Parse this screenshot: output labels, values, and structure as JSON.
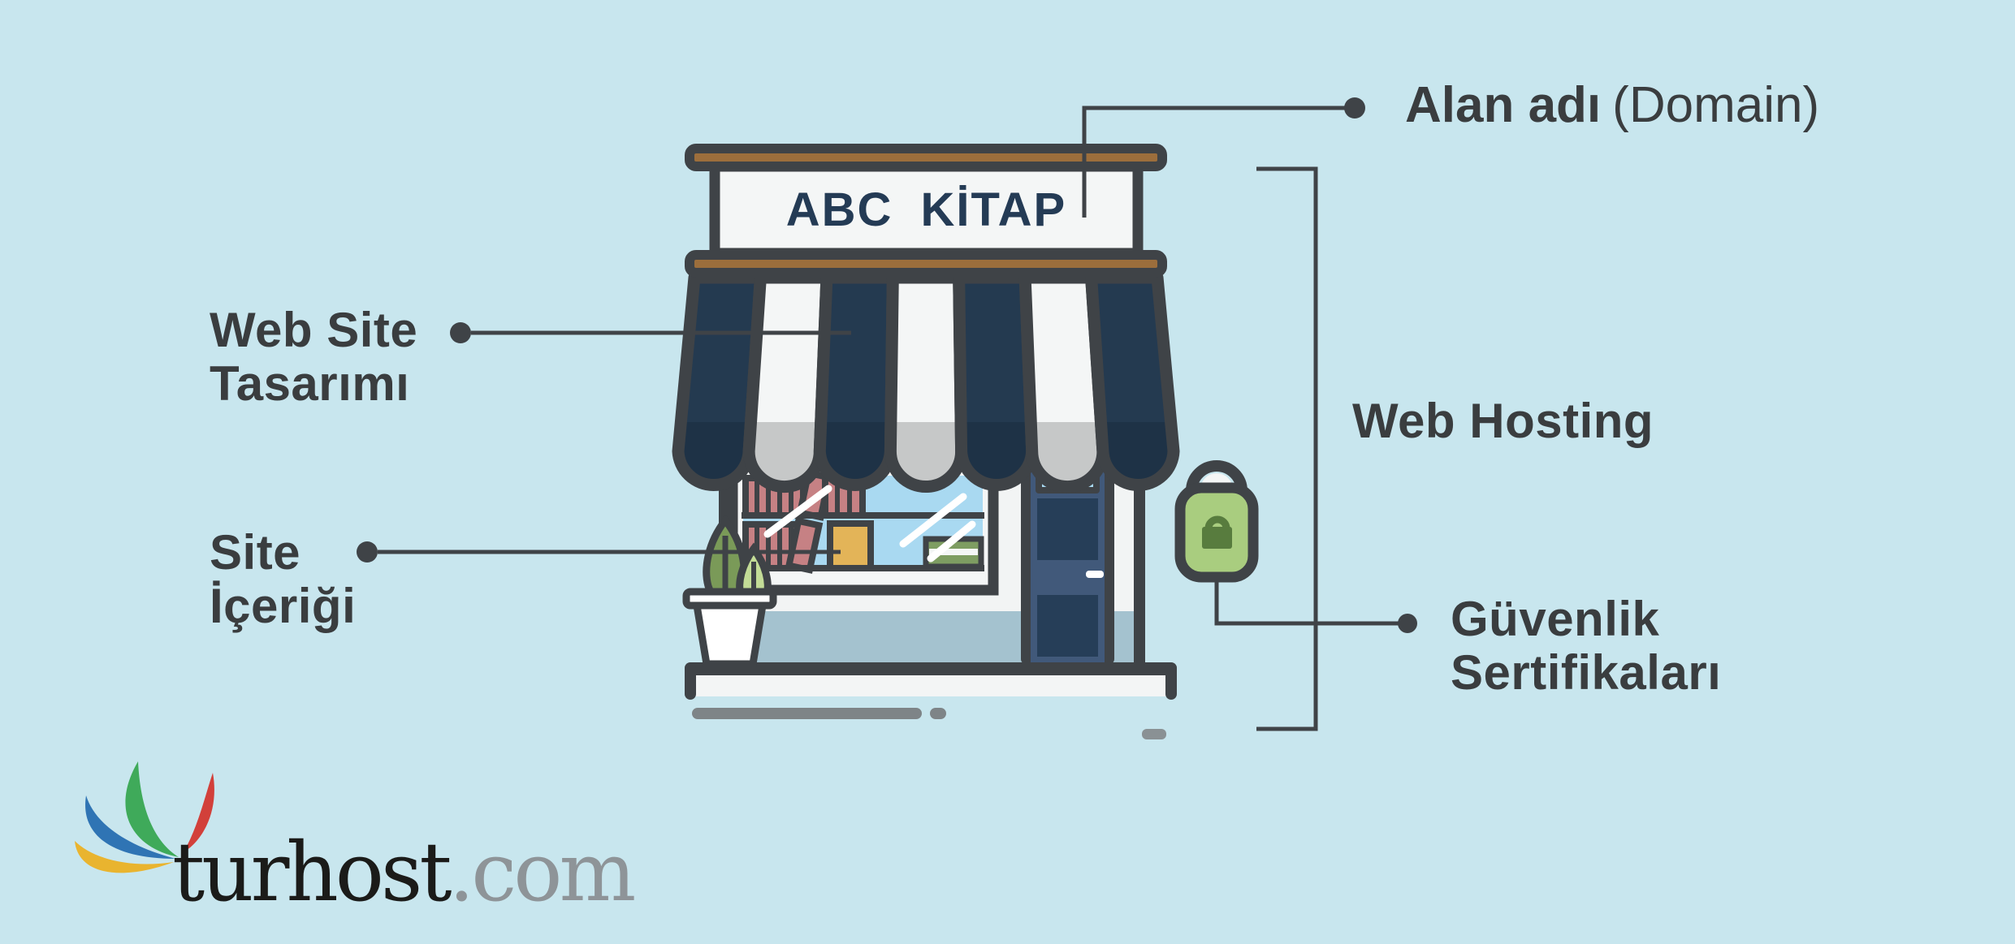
{
  "colors": {
    "background": "#c8e6ee",
    "outline": "#3f4347",
    "awning_navy": "#243a50",
    "awning_navy_shade": "#1e3246",
    "awning_white": "#f4f6f6",
    "awning_white_shade": "#c6c8c8",
    "wood_brown": "#9c6e3c",
    "wall": "#f2f4f4",
    "wainscot": "#a4c2cf",
    "window_glass": "#a9d9f1",
    "door_blue": "#41597a",
    "door_panel_navy": "#263e58",
    "book_red": "#c68184",
    "book_yellow": "#e3b458",
    "book_green": "#7e9d62",
    "plant_green": "#7a9a58",
    "plant_light_green": "#c3dc97",
    "lock_green": "#a9cd7f",
    "lock_glyph_green": "#587c3e",
    "label_text": "#3a3d3f",
    "sign_navy": "#243b55",
    "shadow_gray": "#7e8487",
    "logo_black": "#1b1b19",
    "logo_gray": "#8e9498"
  },
  "annotations": {
    "domain": {
      "bold": "Alan adı",
      "regular": "(Domain)"
    },
    "web_design": "Web Site\nTasarımı",
    "site_content": "Site\nİçeriği",
    "hosting": "Web Hosting",
    "ssl": "Güvenlik\nSertifikaları"
  },
  "storefront": {
    "sign_text": "ABC KİTAP"
  },
  "logo": {
    "brand": "turhost",
    "tld": ".com"
  }
}
